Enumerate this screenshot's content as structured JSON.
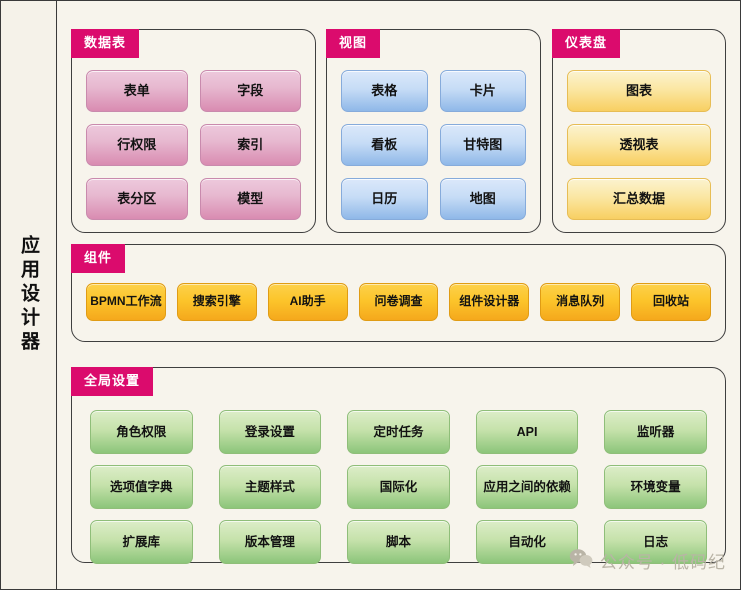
{
  "sidebar": {
    "title": "应用设计器"
  },
  "colors": {
    "tab_magenta": "#db0b6d",
    "canvas": "#f7f4ec",
    "frame_border": "#3a3a3a",
    "tile_pink": "#d98bb1",
    "tile_blue": "#8fb8e8",
    "tile_yellow": "#f8cf62",
    "tile_orange": "#f5a81c",
    "tile_green": "#8cc57a",
    "watermark_text": "#b9b4a6"
  },
  "panels": [
    {
      "id": "datatable",
      "title": "数据表",
      "tone": "pink",
      "tiles": [
        "表单",
        "字段",
        "行权限",
        "索引",
        "表分区",
        "模型"
      ]
    },
    {
      "id": "view",
      "title": "视图",
      "tone": "blue",
      "tiles": [
        "表格",
        "卡片",
        "看板",
        "甘特图",
        "日历",
        "地图"
      ]
    },
    {
      "id": "dashboard",
      "title": "仪表盘",
      "tone": "yellow",
      "tiles": [
        "图表",
        "透视表",
        "汇总数据"
      ]
    },
    {
      "id": "component",
      "title": "组件",
      "tone": "orange",
      "tiles": [
        "BPMN工作流",
        "搜索引擎",
        "AI助手",
        "问卷调查",
        "组件设计器",
        "消息队列",
        "回收站"
      ]
    },
    {
      "id": "global",
      "title": "全局设置",
      "tone": "green",
      "tiles": [
        "角色权限",
        "登录设置",
        "定时任务",
        "API",
        "监听器",
        "选项值字典",
        "主题样式",
        "国际化",
        "应用之间的依赖",
        "环境变量",
        "扩展库",
        "版本管理",
        "脚本",
        "自动化",
        "日志"
      ]
    }
  ],
  "watermark": {
    "icon": "wechat-icon",
    "text": "公众号 · 低码纪"
  }
}
